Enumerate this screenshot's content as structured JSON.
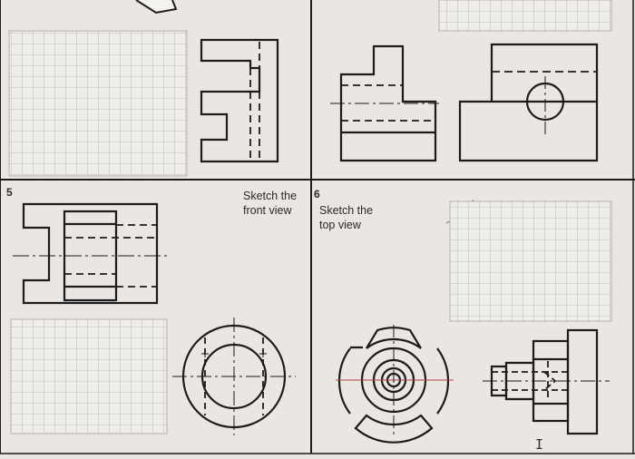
{
  "exercises": [
    {
      "number": "5",
      "instruction": "Sketch the front view"
    },
    {
      "number": "6",
      "instruction": "Sketch the top view"
    }
  ],
  "colors": {
    "paper": "#e9e6e3",
    "ink": "#1c1c1c",
    "grid": "#b4b0ad",
    "grid_fill": "#efedea",
    "centerline_accent": "#b04040"
  },
  "cursor_glyph": "I"
}
